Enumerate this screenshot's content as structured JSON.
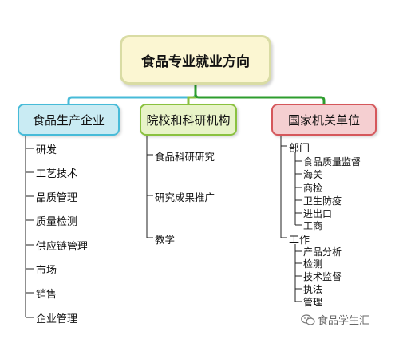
{
  "root": {
    "label": "食品专业就业方向"
  },
  "branches": [
    {
      "label": "食品生产企业",
      "colors": {
        "fill": "#c9ebf3",
        "stroke": "#47bbd8"
      },
      "items": [
        "研发",
        "工艺技术",
        "品质管理",
        "质量检测",
        "供应链管理",
        "市场",
        "销售",
        "企业管理"
      ]
    },
    {
      "label": "院校和科研机构",
      "colors": {
        "fill": "#e8f3c8",
        "stroke": "#8ac13f"
      },
      "items": [
        "食品科研研究",
        "研究成果推广",
        "教学"
      ]
    },
    {
      "label": "国家机关单位",
      "colors": {
        "fill": "#f5cfd1",
        "stroke": "#d5575b"
      },
      "groups": [
        {
          "label": "部门",
          "items": [
            "食品质量监督",
            "海关",
            "商检",
            "卫生防疫",
            "进出口",
            "工商"
          ]
        },
        {
          "label": "工作",
          "items": [
            "产品分析",
            "检测",
            "技术监督",
            "执法",
            "管理"
          ]
        }
      ]
    }
  ],
  "watermark": {
    "text": "食品学生汇",
    "icon": "wechat-icon"
  },
  "colors": {
    "root_fill": "#fbf6d2",
    "root_stroke": "#d9dca4"
  }
}
